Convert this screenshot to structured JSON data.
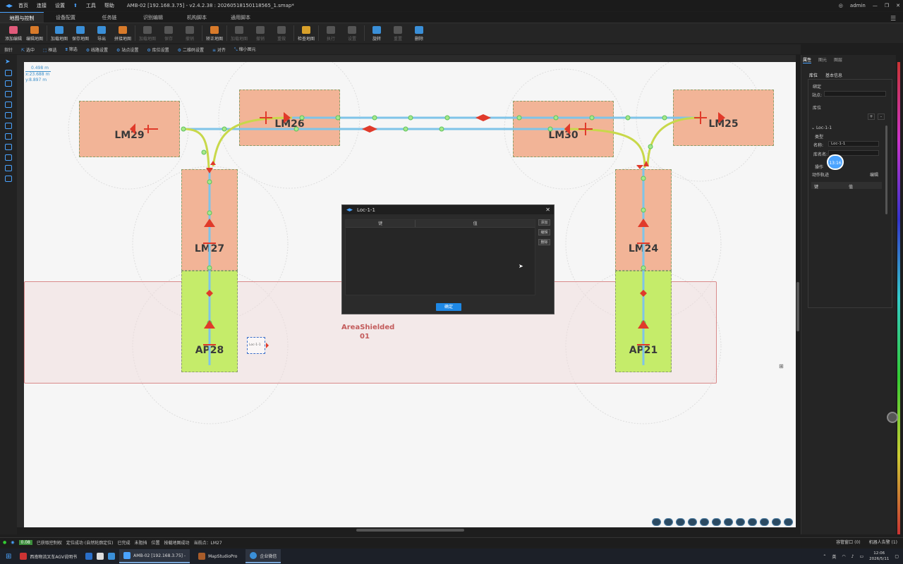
{
  "titlebar": {
    "menus": [
      "首页",
      "连接",
      "设置",
      "工具",
      "帮助"
    ],
    "title": "AMB-02 [192.168.3.75] - v2.4.2.38 : 20260518150118565_1.smap*",
    "user": "admin"
  },
  "tabs": [
    "地图与控制",
    "设备配置",
    "任务链",
    "识别编辑",
    "机构脚本",
    "通用脚本"
  ],
  "toolbar": [
    {
      "label": "添加编辑",
      "color": "#e05a7a"
    },
    {
      "label": "编辑地图",
      "color": "#d87a2a"
    },
    {
      "label": "加载地图",
      "color": "#3a8fd8"
    },
    {
      "label": "保存地图",
      "color": "#3a8fd8"
    },
    {
      "label": "导出",
      "color": "#3a8fd8"
    },
    {
      "label": "拼接地图",
      "color": "#d87a2a"
    },
    {
      "label": "加载地图",
      "color": "#555",
      "disabled": true
    },
    {
      "label": "保存",
      "color": "#555",
      "disabled": true
    },
    {
      "label": "撤销",
      "color": "#555",
      "disabled": true
    },
    {
      "label": "矫正地图",
      "color": "#d87a2a"
    },
    {
      "label": "加载地图",
      "color": "#555",
      "disabled": true
    },
    {
      "label": "撤销",
      "color": "#555",
      "disabled": true
    },
    {
      "label": "重做",
      "color": "#555",
      "disabled": true
    },
    {
      "label": "检查地图",
      "color": "#d8a02a"
    },
    {
      "label": "执行",
      "color": "#555",
      "disabled": true
    },
    {
      "label": "设置",
      "color": "#555",
      "disabled": true
    },
    {
      "label": "旋转",
      "color": "#3a8fd8"
    },
    {
      "label": "重置",
      "color": "#555",
      "disabled": true
    },
    {
      "label": "删除",
      "color": "#3a8fd8"
    }
  ],
  "toolbar2": [
    "指针",
    "选中",
    "框选",
    "筛选",
    "线路设置",
    "站点设置",
    "库位设置",
    "二维码设置",
    "对齐",
    "缩小图元"
  ],
  "coord": [
    "0.498 m",
    "x:23.688 m",
    "y:8.897 m"
  ],
  "map": {
    "zones": [
      {
        "name": "LM29",
        "type": "orange"
      },
      {
        "name": "LM26",
        "type": "orange"
      },
      {
        "name": "LM30",
        "type": "orange"
      },
      {
        "name": "LM25",
        "type": "orange"
      },
      {
        "name": "LM27",
        "type": "orange"
      },
      {
        "name": "LM24",
        "type": "orange"
      },
      {
        "name": "AP28",
        "type": "green"
      },
      {
        "name": "AP21",
        "type": "green"
      }
    ],
    "area_label_1": "AreaShielded",
    "area_label_2": "01",
    "loc_label": "Loc-1-1"
  },
  "dialog": {
    "title": "Loc-1-1",
    "col_key": "键",
    "col_value": "值",
    "add": "添加",
    "edit": "编辑",
    "delete": "删除",
    "ok": "确定"
  },
  "right_panel": {
    "tabs": [
      "属性",
      "图元",
      "图层"
    ],
    "subtabs": [
      "库位",
      "基本信息"
    ],
    "bind_section": "绑定",
    "site_label": "站点:",
    "lib_section": "库位",
    "tree_item": "Loc-1-1",
    "type_label": "类型",
    "name_label": "名称:",
    "name_value": "Loc-1-1",
    "libname_label": "库名名:",
    "op_label": "操作",
    "action_label": "动作轨迹",
    "edit_button": "编辑",
    "col_key": "键",
    "col_value": "值",
    "timer": "13:16"
  },
  "statusbar": {
    "ms": "0.08",
    "items": [
      "已获取控制权",
      "定位成功 (自然轮廓定位)",
      "已完成",
      "未阻挡",
      "位置",
      "按载地图成功",
      "当前点：LM27"
    ],
    "right": [
      "容管窗口 (0)",
      "机器人告警 (1)"
    ]
  },
  "taskbar": {
    "tasks": [
      "西南物流叉车AGV说明书",
      "AMB-02 [192.168.3.75] -",
      "MapStudioPro",
      "企业微信"
    ],
    "lang": "英",
    "time": "12:06",
    "date": "2026/5/11"
  },
  "colors": {
    "accent": "#4aa3ff",
    "path_blue": "#7fc4e8",
    "path_yellow": "#c8d84a",
    "arrow_red": "#e03a2a"
  }
}
